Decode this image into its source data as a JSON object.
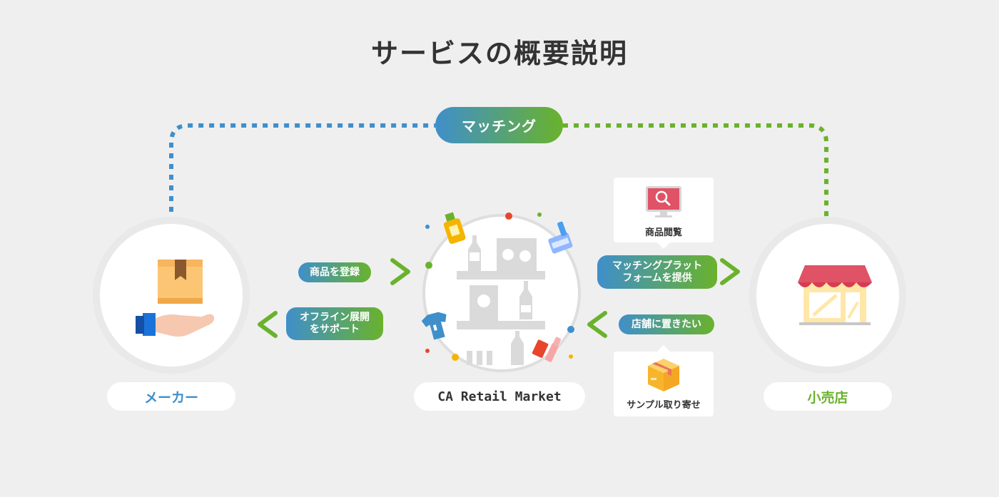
{
  "title": "サービスの概要説明",
  "matching_label": "マッチング",
  "actors": {
    "maker": "メーカー",
    "platform": "CA Retail Market",
    "retailer": "小売店"
  },
  "flows": {
    "register_products": "商品を登録",
    "offline_support_line1": "オフライン展開",
    "offline_support_line2": "をサポート",
    "platform_offer_line1": "マッチングプラット",
    "platform_offer_line2": "フォームを提供",
    "want_to_stock": "店舗に置きたい"
  },
  "popups": {
    "browse_products": "商品閲覧",
    "sample_request": "サンプル取り寄せ"
  },
  "icons": {
    "maker": "hand-holding-box-icon",
    "platform": "store-shelves-icon",
    "retailer": "storefront-icon",
    "browse": "monitor-search-icon",
    "sample": "cardboard-box-icon"
  },
  "colors": {
    "blue": "#3f8fcb",
    "green": "#6ab22c",
    "background": "#efefef",
    "text": "#333333"
  }
}
